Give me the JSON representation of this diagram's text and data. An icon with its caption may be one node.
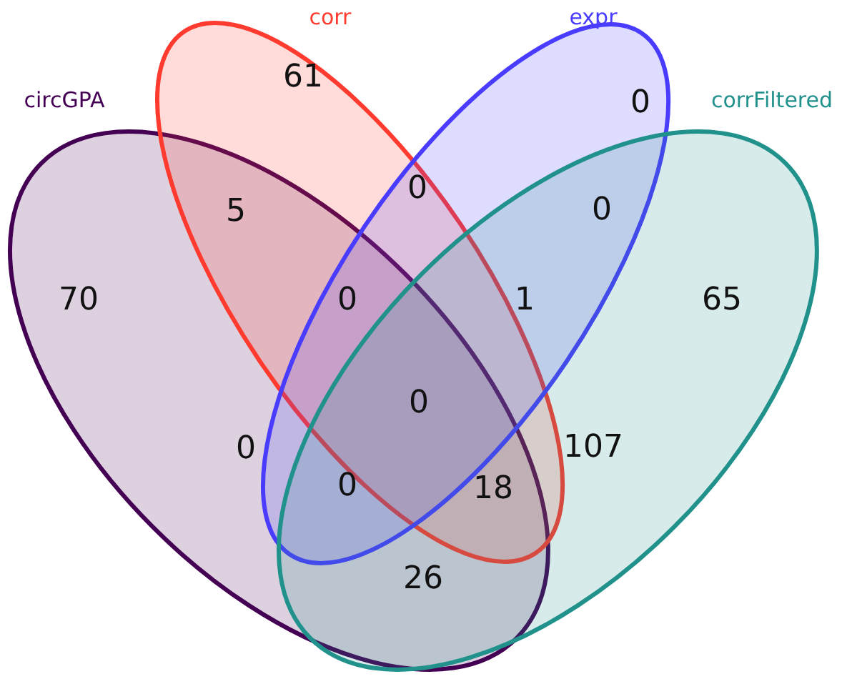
{
  "diagram": {
    "nodes": [
      {
        "text": [
          "circGPA"
        ]
      },
      {
        "text": [
          "corr"
        ]
      },
      {
        "text": [
          "expr"
        ]
      },
      {
        "text": [
          "corrFiltered"
        ]
      }
    ],
    "labels": [
      "61",
      "0",
      "5",
      "0",
      "0",
      "70",
      "0",
      "1",
      "65",
      "0",
      "0",
      "107",
      "0",
      "18",
      "26"
    ]
  }
}
